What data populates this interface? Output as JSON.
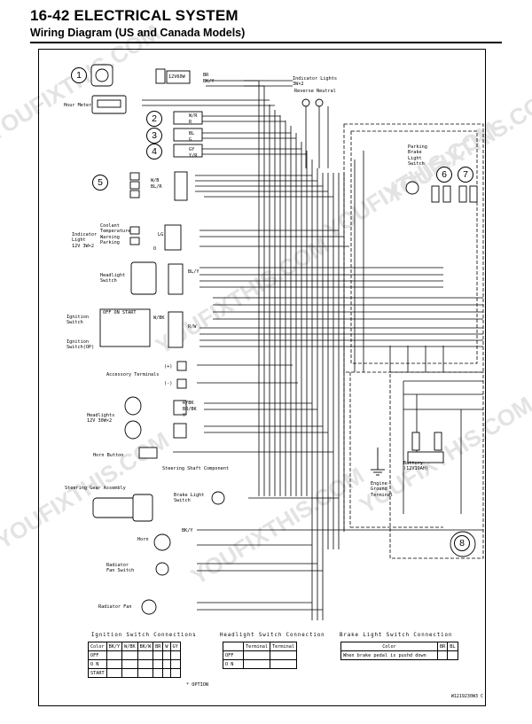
{
  "header": {
    "title": "16-42 ELECTRICAL SYSTEM",
    "subtitle": "Wiring Diagram (US and Canada Models)"
  },
  "callouts": [
    "1",
    "2",
    "3",
    "4",
    "5",
    "6",
    "7",
    "8"
  ],
  "labels": {
    "hour_meter": "Hour Meter",
    "indicator_lights": "Indicator Lights\n3W×2",
    "reverse_neutral": "Reverse Neutral",
    "parking_brake_light_switch": "Parking\nBrake\nLight\nSwitch",
    "bulb": "12V60W",
    "coolant_temp_indicator": "Coolant\nTemperature\nWarning\nParking",
    "indicator_light": "Indicator\nLight\n12V 3W×2",
    "headlight_switch": "Headlight\nSwitch",
    "ignition_switch": "Ignition\nSwitch",
    "ignition_switch_op": "Ignition\nSwitch(OP)",
    "accessory_terminals": "Accessory Terminals",
    "headlights": "Headlights\n12V 30W×2",
    "horn_button": "Horn Button",
    "steering_shaft": "Steering Shaft Component",
    "steering_gear": "Steering Gear Assembly",
    "brake_light_switch": "Brake Light\nSwitch",
    "horn": "Horn",
    "radiator_fan_switch": "Radiator\nFan Switch",
    "radiator_fan": "Radiator Fan",
    "battery": "Battery\n(12V19AH)",
    "engine_ground": "Engine\nGround\nTerminal",
    "acc_plus": "(+)",
    "acc_minus": "(-)",
    "op_note": "* OPTION",
    "ign_positions": "OFF ON START"
  },
  "wire_codes": [
    "BR",
    "BK/Y",
    "W/R",
    "R",
    "BL",
    "G",
    "GY",
    "Y/R",
    "BL/R",
    "W/B",
    "LG",
    "R/BK",
    "R/W",
    "BL/Y",
    "W/BK",
    "Y",
    "O",
    "BR/BK",
    "BK/Y"
  ],
  "tables": {
    "ignition": {
      "title": "Ignition Switch Connections",
      "header": [
        "Color",
        "BK/Y",
        "W/BK",
        "BK/W",
        "BR",
        "W",
        "GY"
      ],
      "rows": [
        "OFF",
        "O N",
        "START"
      ]
    },
    "headlight": {
      "title": "Headlight Switch Connection",
      "header": [
        "",
        "Terminal",
        "Terminal"
      ],
      "rows": [
        "OFF",
        "O N"
      ]
    },
    "brake": {
      "title": "Brake Light Switch Connection",
      "header": [
        "Color",
        "BR",
        "BL"
      ],
      "rows": [
        "When brake pedal is pushd down"
      ]
    }
  },
  "diagram_code": "W1219230W3 C",
  "watermarks": [
    "YOUFIXTHIS.COM",
    "YOUFIXTHIS.COM",
    "YOUFIXTHIS.COM",
    "YOUFIXTHIS.COM",
    "YOUFIXTHIS.COM",
    "YOUFIXTHIS.COM",
    "YOUFIXTHIS.COM"
  ]
}
